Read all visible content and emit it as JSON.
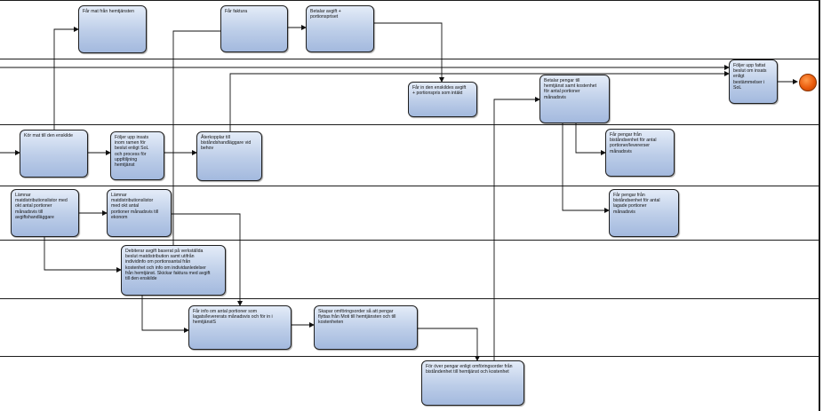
{
  "nodes": {
    "n1": "Får mat från hemtjänsten",
    "n2": "Får faktura",
    "n3": "Betalar avgift +\nportionspriset",
    "n4": "Får in den enskildes avgift\n+ portionspris som intäkt",
    "n5": "Betalar pengar till\nhemtjänst samt kostenhet\nför antal portioner\nmånadsvis",
    "n6": "Följer upp fattat\nbeslut om insats\nenligt\nbestämmelser i\nSoL",
    "n7": "Kör mat till den enskilde",
    "n8": "Följer upp insats\ninom ramen för\nbeslut enligt SoL\noch process för\nuppföljning\nhemtjänst",
    "n9": "Återkopplar till\nbiståndshandläggare vid\nbehov",
    "n10": "Får pengar från\nbiståndsenhet för antal\nportioner/levererser\nmånadsvis",
    "n11": "Lämnar\nmatdistributionslistor med\nokt antal portioner\nmånadsvis till\navgiftshandläggare",
    "n12": "Lämnar\nmatdistributionslistor\nmed okt antal\nportioner månadsvis till\nekonom",
    "n13": "Får pengar från\nbiståndsenhet för antal\nlagade portioner\nmånadsvis",
    "n14": "Debiterar avgift baserat på verkställda\nbeslut matdistribution samt utifrån\nindividinfo om portionsantal från\nkostenhet och info om individanledelser\nfrån hemtjänst. Skickar faktura med avgift\ntill den enskilde",
    "n15": "Får info om antal portioner som\nlagats/levererats månadsvis och för in i\nhemtjänstS",
    "n16": "Skapar omföringsorder så att pengar\nflyttas från Moti till hemtjänsten och till\nkostenheten",
    "n17": "För över pengar enligt omföringsorder från\nbiståndenhet till hemtjänst och kostenhet"
  }
}
